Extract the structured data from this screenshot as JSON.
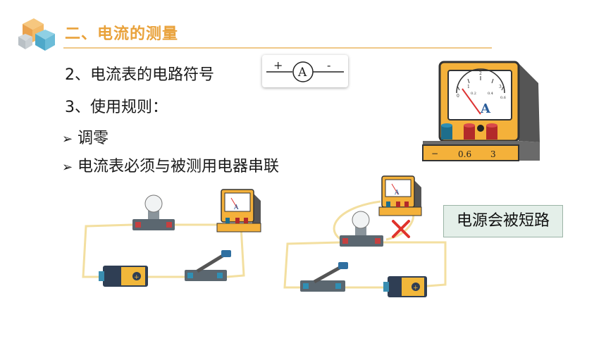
{
  "slide": {
    "section_title": "二、电流的测量",
    "item_symbol": "2、电流表的电路符号",
    "item_rules": "3、使用规则：",
    "bullets": [
      "调零",
      "电流表必须与被测用电器串联"
    ],
    "short_circuit_label": "电源会被短路"
  },
  "ammeter_symbol": {
    "plus": "+",
    "letter": "A",
    "minus": "-"
  },
  "ammeter_big": {
    "letter": "A",
    "scale_top": [
      "0",
      "1",
      "2",
      "3"
    ],
    "scale_bottom": [
      "0.2",
      "0.4",
      "0.6"
    ],
    "terminals": [
      "−",
      "0.6",
      "3"
    ]
  },
  "colors": {
    "accent": "#e9a23b",
    "meter_body": "#f4b13a",
    "meter_base": "#6a6a6a",
    "wire": "#f3dfa0",
    "cross": "#e0332b",
    "badge_bg": "#e4efe9"
  },
  "icons": [
    "logo-cubes",
    "ammeter",
    "bulb",
    "battery",
    "switch",
    "cross-mark"
  ]
}
